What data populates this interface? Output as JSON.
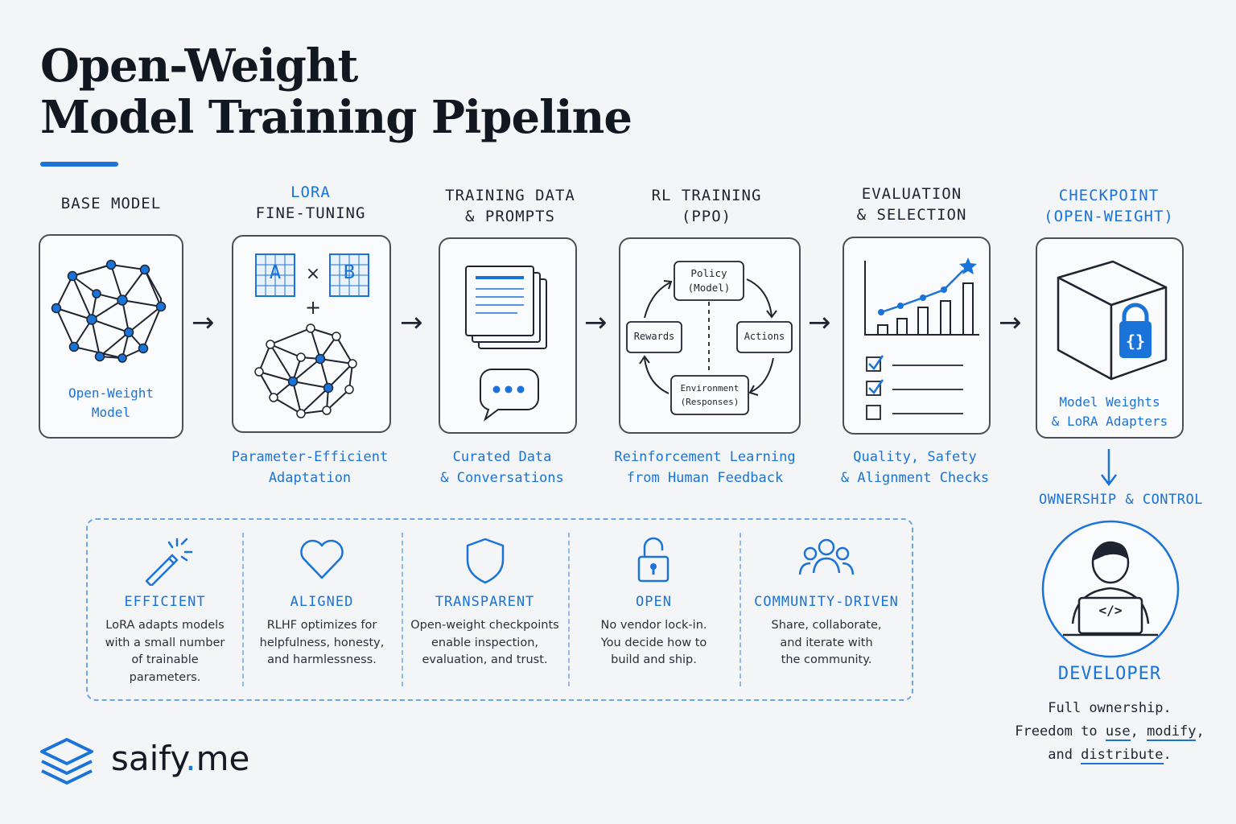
{
  "title": {
    "line1": "Open-Weight",
    "line2": "Model Training Pipeline"
  },
  "stages": [
    {
      "label": [
        "Base Model"
      ],
      "inner": [
        "Open-Weight",
        "Model"
      ],
      "caption": []
    },
    {
      "label": [
        "LoRA",
        "Fine-Tuning"
      ],
      "inner": [],
      "caption": [
        "Parameter-Efficient",
        "Adaptation"
      ],
      "matrix_a": "A",
      "times": "×",
      "matrix_b": "B",
      "plus": "+"
    },
    {
      "label": [
        "Training Data",
        "& Prompts"
      ],
      "inner": [],
      "caption": [
        "Curated Data",
        "& Conversations"
      ]
    },
    {
      "label": [
        "RL Training",
        "(PPO)"
      ],
      "inner": [],
      "caption": [
        "Reinforcement Learning",
        "from Human Feedback"
      ],
      "loop": {
        "policy": [
          "Policy",
          "(Model)"
        ],
        "actions": "Actions",
        "environment": [
          "Environment",
          "(Responses)"
        ],
        "rewards": "Rewards"
      }
    },
    {
      "label": [
        "Evaluation",
        "& Selection"
      ],
      "inner": [],
      "caption": [
        "Quality, Safety",
        "& Alignment Checks"
      ]
    },
    {
      "label": [
        "Checkpoint",
        "(Open-Weight)"
      ],
      "inner": [
        "Model Weights",
        "& LoRA Adapters"
      ],
      "caption": []
    }
  ],
  "arrow_glyph": "→",
  "features": [
    {
      "name": "EFFICIENT",
      "icon": "magic-wand-icon",
      "desc": [
        "LoRA adapts models",
        "with a small number",
        "of trainable",
        "parameters."
      ]
    },
    {
      "name": "ALIGNED",
      "icon": "heart-icon",
      "desc": [
        "RLHF optimizes for",
        "helpfulness, honesty,",
        "and harmlessness."
      ]
    },
    {
      "name": "TRANSPARENT",
      "icon": "shield-icon",
      "desc": [
        "Open-weight checkpoints",
        "enable inspection,",
        "evaluation, and trust."
      ]
    },
    {
      "name": "OPEN",
      "icon": "unlocked-padlock-icon",
      "desc": [
        "No vendor lock-in.",
        "You decide how to",
        "build and ship."
      ]
    },
    {
      "name": "COMMUNITY-DRIVEN",
      "icon": "people-group-icon",
      "desc": [
        "Share, collaborate,",
        "and iterate with",
        "the community."
      ]
    }
  ],
  "ownership": {
    "label": "OWNERSHIP & CONTROL",
    "developer": "DEVELOPER",
    "code_glyph": "</>",
    "desc": {
      "line1": "Full ownership.",
      "line2_pre": "Freedom to ",
      "use": "use",
      "comma1": ", ",
      "modify": "modify",
      "comma2": ",",
      "line3_pre": "and ",
      "distribute": "distribute",
      "period": "."
    }
  },
  "brand": {
    "name": "saify",
    "dot": ".",
    "tld": "me"
  },
  "colors": {
    "accent": "#1a73d9",
    "ink": "#1f2530",
    "outline": "#4a4f57"
  }
}
